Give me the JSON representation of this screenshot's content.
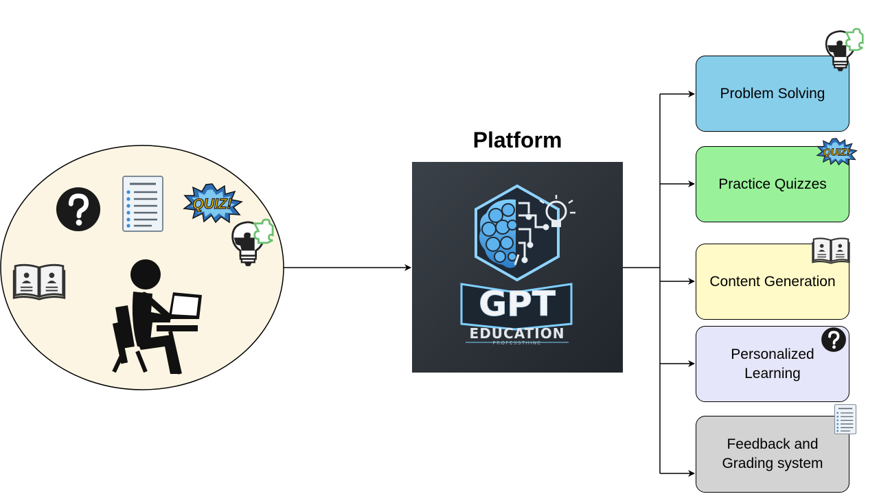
{
  "platform": {
    "title": "Platform",
    "logo": {
      "name": "GPT",
      "subtitle": "EDUCATION",
      "tagline": "PROFESSTHINE"
    }
  },
  "features": [
    {
      "label": "Problem Solving",
      "color": "#87ceeb",
      "icon": "puzzle-lightbulb-icon"
    },
    {
      "label": "Practice Quizzes",
      "color": "#99f19a",
      "icon": "quiz-burst-icon"
    },
    {
      "label": "Content Generation",
      "color": "#fffac8",
      "icon": "open-book-icon"
    },
    {
      "label": "Personalized Learning",
      "color": "#e6e6fa",
      "icon": "question-mark-icon"
    },
    {
      "label": "Feedback and Grading system",
      "color": "#d3d3d3",
      "icon": "checklist-document-icon"
    }
  ],
  "student_scene": {
    "background": "#fdf5e3",
    "icons": [
      "question-mark-icon",
      "checklist-document-icon",
      "quiz-burst-icon",
      "puzzle-lightbulb-icon",
      "open-book-icon",
      "student-at-laptop-icon"
    ],
    "quiz_text": "QUIZ!"
  }
}
